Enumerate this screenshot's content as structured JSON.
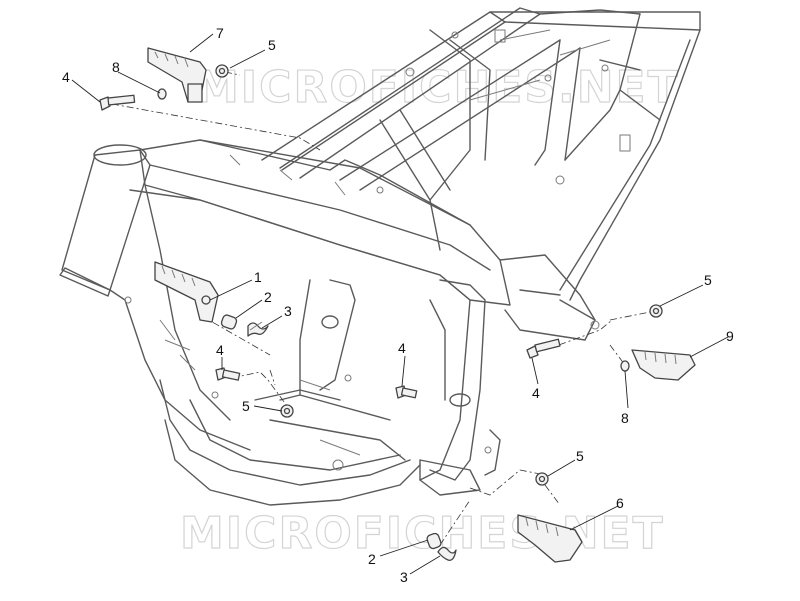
{
  "watermark": {
    "top": "MICROFICHES.NET",
    "bottom": "MICROFICHES.NET"
  },
  "callouts": [
    {
      "label": "7"
    },
    {
      "label": "5"
    },
    {
      "label": "8"
    },
    {
      "label": "4"
    },
    {
      "label": "1"
    },
    {
      "label": "2"
    },
    {
      "label": "3"
    },
    {
      "label": "4"
    },
    {
      "label": "5"
    },
    {
      "label": "4"
    },
    {
      "label": "5"
    },
    {
      "label": "9"
    },
    {
      "label": "4"
    },
    {
      "label": "8"
    },
    {
      "label": "5"
    },
    {
      "label": "6"
    },
    {
      "label": "2"
    },
    {
      "label": "3"
    }
  ],
  "colors": {
    "background": "#ffffff",
    "line": "#5a5a5a",
    "watermark": "#d4d4d4"
  }
}
